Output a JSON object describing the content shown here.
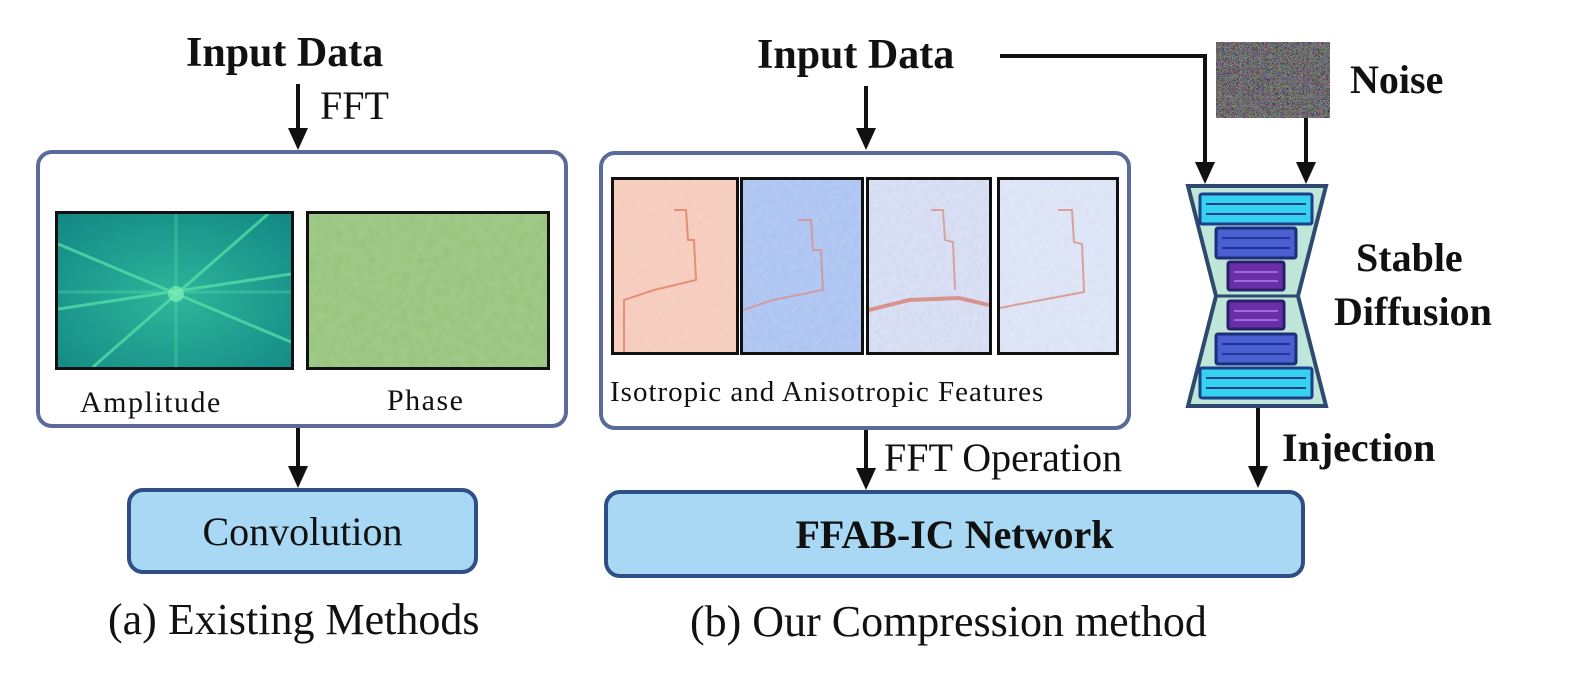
{
  "left": {
    "input_label": "Input Data",
    "fft_label": "FFT",
    "amplitude_label": "Amplitude",
    "phase_label": "Phase",
    "convolution_label": "Convolution",
    "caption": "(a) Existing Methods"
  },
  "right": {
    "input_label": "Input Data",
    "features_label": "Isotropic and Anisotropic Features",
    "fft_op_label": "FFT Operation",
    "network_label": "FFAB-IC Network",
    "caption": "(b) Our Compression method",
    "noise_label": "Noise",
    "sd_label_line1": "Stable",
    "sd_label_line2": "Diffusion",
    "injection_label": "Injection"
  },
  "colors": {
    "panel_border": "#5a6a9a",
    "block_fill": "#a9d8f5",
    "block_border": "#2d4f86",
    "unet_fill": "#bfe6d8",
    "unet_border": "#2e4a6e",
    "cyan_bar": "#35d3f0",
    "blue_bar": "#4a5fd0",
    "purple_bar": "#6a2fa8"
  }
}
